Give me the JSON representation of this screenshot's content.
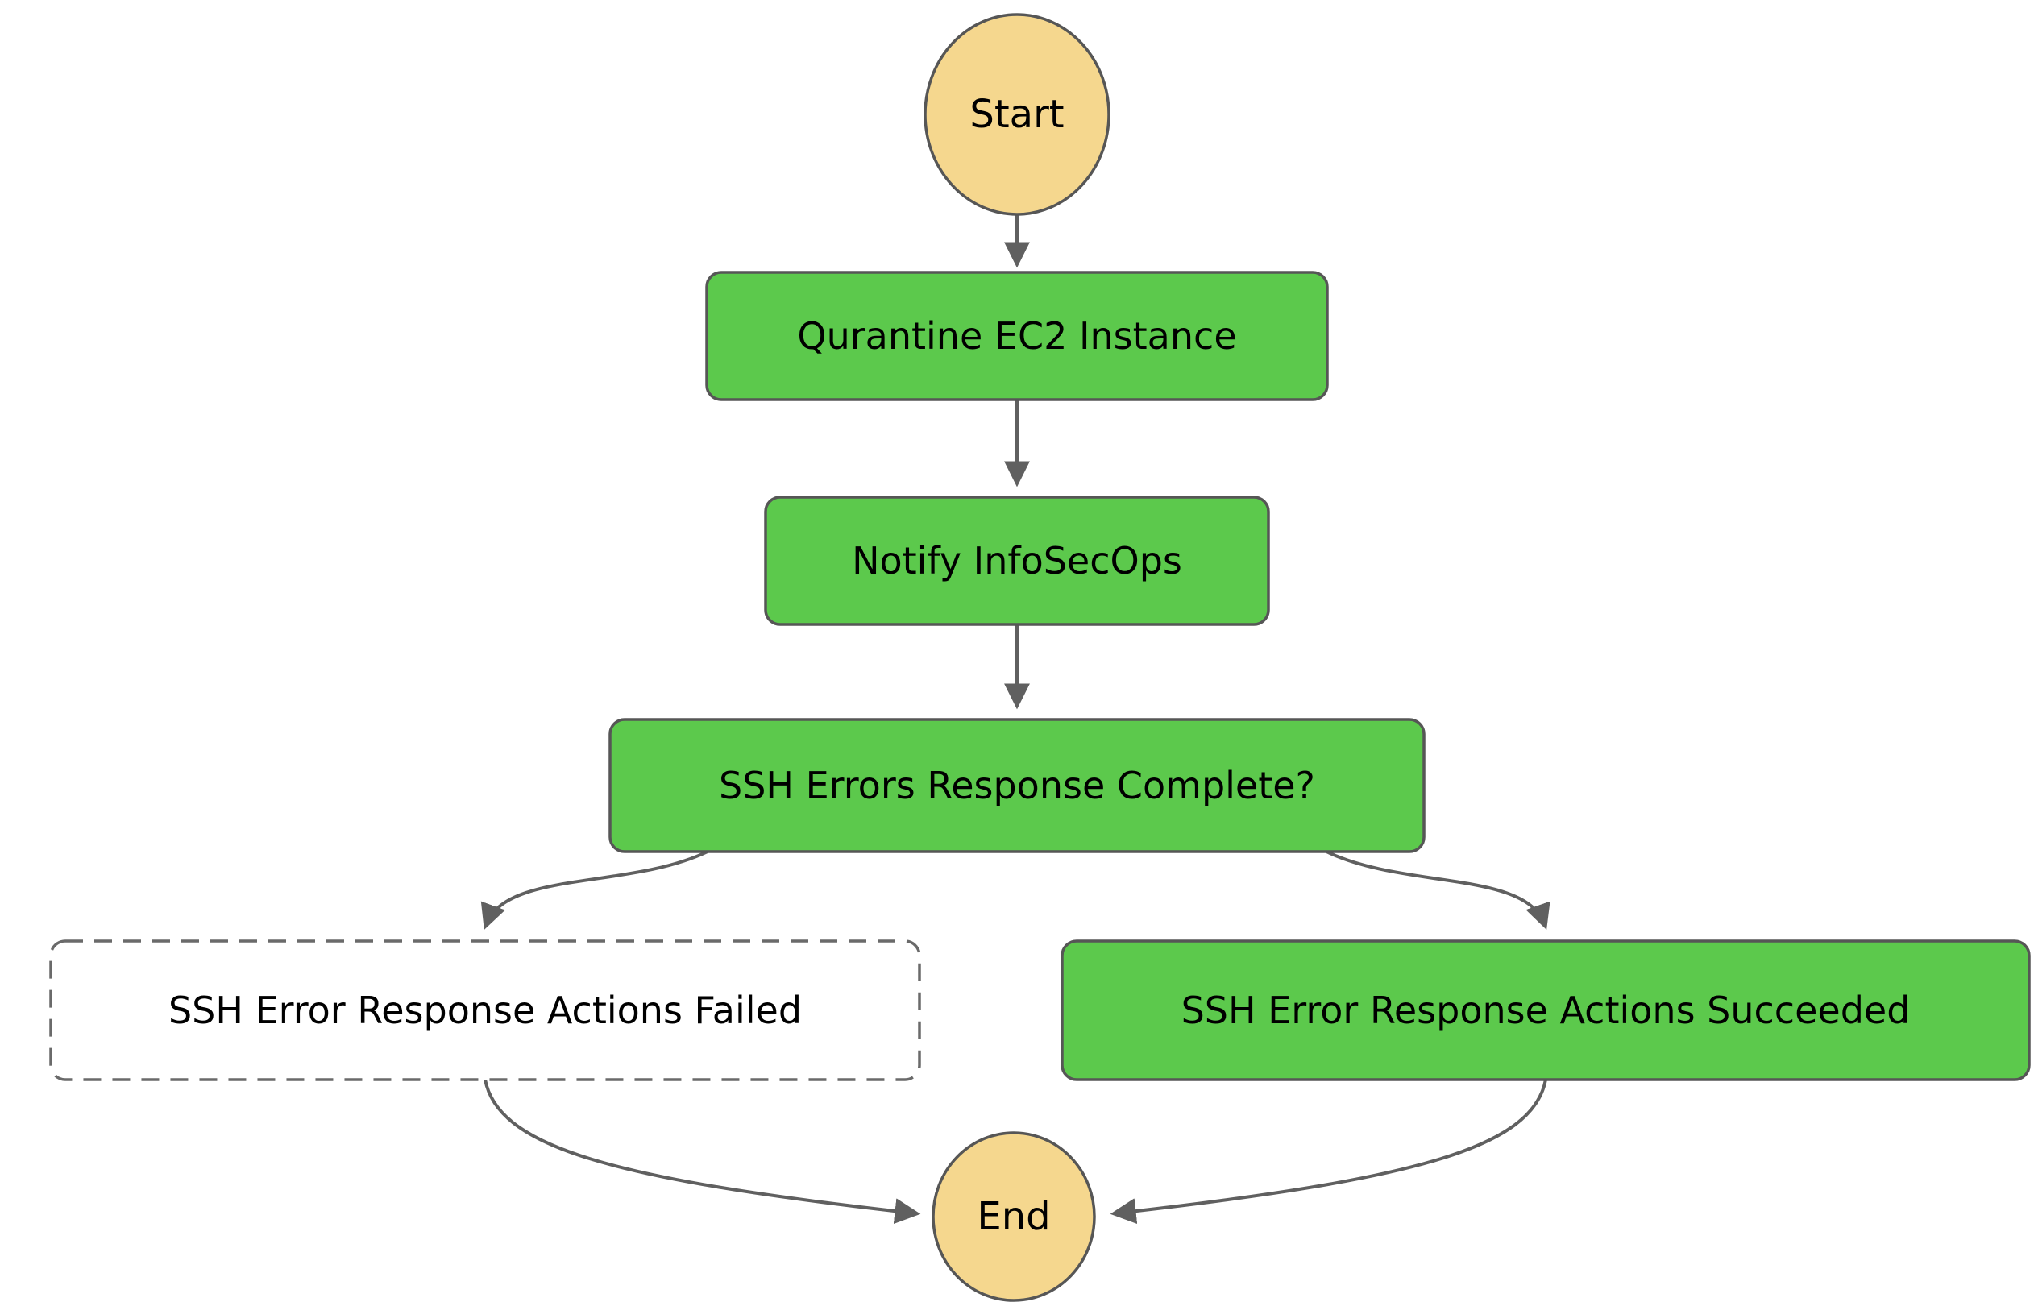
{
  "diagram": {
    "type": "flowchart",
    "background": "#ffffff",
    "colors": {
      "process_fill": "#5cc94c",
      "terminal_fill": "#f5d78e",
      "node_stroke": "#565656",
      "dashed_stroke": "#6a6a6a",
      "dashed_fill": "#ffffff",
      "edge_stroke": "#606060",
      "text": "#000000"
    },
    "nodes": [
      {
        "id": "start",
        "type": "terminal",
        "label": "Start"
      },
      {
        "id": "quarantine",
        "type": "process",
        "label": "Qurantine EC2 Instance"
      },
      {
        "id": "notify",
        "type": "process",
        "label": "Notify InfoSecOps"
      },
      {
        "id": "complete",
        "type": "process",
        "label": "SSH Errors Response Complete?"
      },
      {
        "id": "failed",
        "type": "process-dashed",
        "label": "SSH Error Response Actions Failed"
      },
      {
        "id": "succeeded",
        "type": "process",
        "label": "SSH Error Response Actions Succeeded"
      },
      {
        "id": "end",
        "type": "terminal",
        "label": "End"
      }
    ],
    "edges": [
      {
        "from": "start",
        "to": "quarantine"
      },
      {
        "from": "quarantine",
        "to": "notify"
      },
      {
        "from": "notify",
        "to": "complete"
      },
      {
        "from": "complete",
        "to": "failed"
      },
      {
        "from": "complete",
        "to": "succeeded"
      },
      {
        "from": "failed",
        "to": "end"
      },
      {
        "from": "succeeded",
        "to": "end"
      }
    ]
  }
}
